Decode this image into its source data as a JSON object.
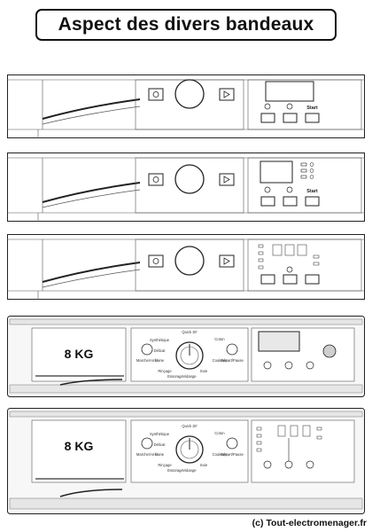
{
  "title": "Aspect des divers bandeaux",
  "panels": [
    {
      "start_label": "Start"
    },
    {
      "start_label": "Start"
    },
    {
      "start_label": ""
    },
    {
      "capacity": "8 KG",
      "dial_labels": [
        "Quick 30'",
        "Synthétique",
        "Coton",
        "Délicat",
        "Laine",
        "Couleurs",
        "Soie",
        "Rinçage",
        "Essorage",
        "Vidange"
      ],
      "buttons": [
        "Marche/Arrêt",
        "Départ/Pause"
      ]
    },
    {
      "capacity": "8 KG",
      "dial_labels": [
        "Quick 30'",
        "Synthétique",
        "Coton",
        "Délicat",
        "Laine",
        "Couleurs",
        "Soie",
        "Rinçage",
        "Essorage",
        "Vidange"
      ],
      "buttons": [
        "Marche/Arrêt",
        "Départ/Pause"
      ]
    }
  ],
  "credit": "(c) Tout-electromenager.fr"
}
